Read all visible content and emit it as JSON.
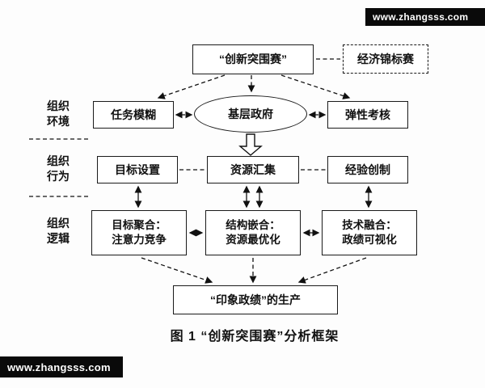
{
  "watermarks": {
    "top": "www.zhangsss.com",
    "bottom": "www.zhangsss.com"
  },
  "figure": {
    "top_box": "“创新突围赛”",
    "side_box": "经济锦标赛",
    "section_labels": [
      {
        "line1": "组织",
        "line2": "环境"
      },
      {
        "line1": "组织",
        "line2": "行为"
      },
      {
        "line1": "组织",
        "line2": "逻辑"
      }
    ],
    "environment_row": {
      "left": "任务模糊",
      "center": "基层政府",
      "right": "弹性考核"
    },
    "behavior_row": {
      "left": "目标设置",
      "center": "资源汇集",
      "right": "经验创制"
    },
    "logic_row": {
      "left": {
        "line1": "目标聚合：",
        "line2": "注意力竞争"
      },
      "center": {
        "line1": "结构嵌合：",
        "line2": "资源最优化"
      },
      "right": {
        "line1": "技术融合：",
        "line2": "政绩可视化"
      }
    },
    "output_box": "“印象政绩”的生产",
    "caption": "图 1 “创新突围赛”分析框架"
  }
}
